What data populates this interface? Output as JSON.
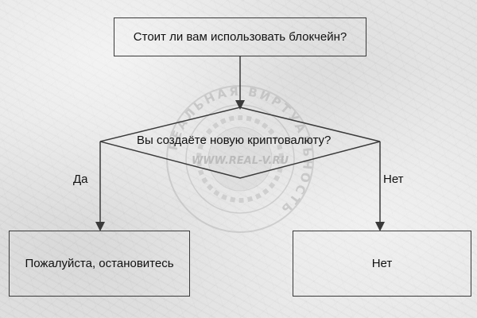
{
  "flowchart": {
    "start": "Стоит ли вам использовать блокчейн?",
    "question": "Вы создаёте новую криптовалюту?",
    "yes_label": "Да",
    "no_label": "Нет",
    "yes_result": "Пожалуйста, остановитесь",
    "no_result": "Нет"
  },
  "watermark": {
    "ring_text": "РЕАЛЬНАЯ ВИРТУАЛЬНОСТЬ",
    "url": "WWW.REAL-V.RU"
  },
  "colors": {
    "line": "#3a3a3a",
    "background": "#e3e3e3",
    "watermark": "#b8b8b8"
  }
}
